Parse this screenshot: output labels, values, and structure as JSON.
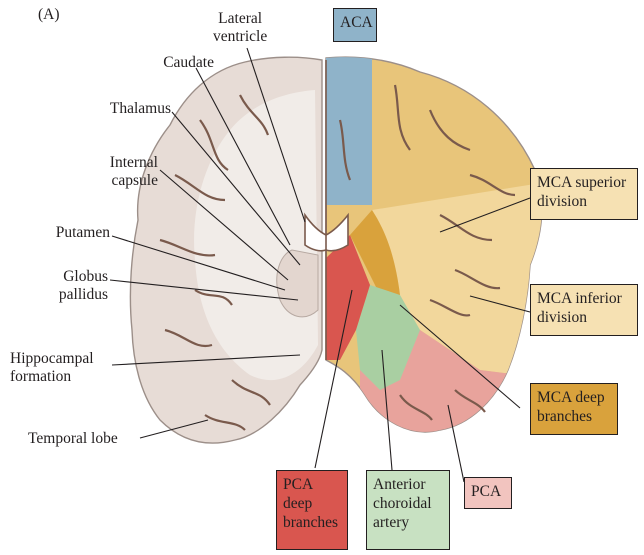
{
  "panel_letter": "(A)",
  "structure_labels": {
    "lateral_ventricle": [
      "Lateral",
      "ventricle"
    ],
    "caudate": "Caudate",
    "thalamus": "Thalamus",
    "internal_capsule": [
      "Internal",
      "capsule"
    ],
    "putamen": "Putamen",
    "globus_pallidus": [
      "Globus",
      "pallidus"
    ],
    "hippocampal_formation": [
      "Hippocampal",
      "formation"
    ],
    "temporal_lobe": "Temporal lobe"
  },
  "territory_boxes": {
    "aca": [
      "ACA"
    ],
    "mca_superior": [
      "MCA superior",
      "division"
    ],
    "mca_inferior": [
      "MCA inferior",
      "division"
    ],
    "mca_deep": [
      "MCA deep",
      "branches"
    ],
    "pca": [
      "PCA"
    ],
    "pca_deep": [
      "PCA",
      "deep",
      "branches"
    ],
    "anterior_choroidal": [
      "Anterior",
      "choroidal",
      "artery"
    ]
  },
  "colors": {
    "aca": "#8fb3c9",
    "mca_superior": "#e8c57a",
    "mca_inferior": "#f6e1b3",
    "mca_deep": "#d9a23c",
    "pca": "#e8a39c",
    "pca_deep": "#d9564f",
    "anterior_choroidal": "#a9cfa2",
    "brain_tissue": "#e7dcd6",
    "brain_outline": "#9c8f89"
  }
}
